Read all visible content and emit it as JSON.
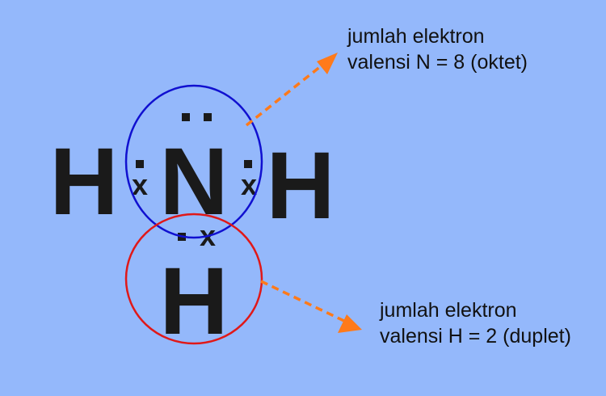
{
  "molecule": {
    "nitrogen_symbol": "N",
    "left_hydrogen_symbol": "H",
    "right_hydrogen_symbol": "H",
    "bottom_hydrogen_symbol": "H",
    "shared_electron_symbol": "x"
  },
  "annotations": {
    "nitrogen": {
      "line1": "jumlah elektron",
      "line2": "valensi N = 8 (oktet)"
    },
    "hydrogen": {
      "line1": "jumlah elektron",
      "line2": "valensi H = 2 (duplet)"
    }
  },
  "colors": {
    "background": "#94b8fb",
    "nitrogen_circle": "#1010d0",
    "hydrogen_circle": "#e01818",
    "arrow": "#ff7a1a",
    "text": "#1a1a1a"
  }
}
